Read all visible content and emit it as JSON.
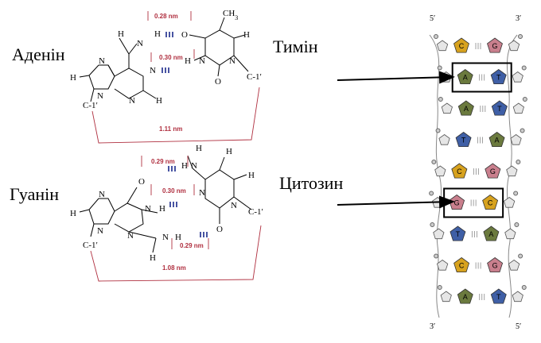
{
  "labels": {
    "adenine": "Аденін",
    "thymine": "Тимін",
    "guanine": "Гуанін",
    "cytosine": "Цитозин"
  },
  "at_pair": {
    "dist_hbond_top": "0.28 nm",
    "dist_hbond_mid": "0.30 nm",
    "dist_c1_c1": "1.11 nm",
    "atoms": {
      "h_left": "H",
      "n_amino": "N",
      "h_amino": "H",
      "n1": "N",
      "n3": "N",
      "n7": "N",
      "n9": "N",
      "h8": "H",
      "h2": "H",
      "c1_a": "C-1′",
      "ch3": "CH",
      "ch3_sub": "3",
      "o4": "O",
      "o2": "O",
      "h3": "H",
      "n3t": "N",
      "n1t": "N",
      "h6": "H",
      "c1_t": "C-1′"
    }
  },
  "gc_pair": {
    "dist_top": "0.29 nm",
    "dist_mid": "0.30 nm",
    "dist_bottom": "0.29 nm",
    "dist_c1_c1": "1.08 nm",
    "atoms": {
      "o6": "O",
      "n1": "N",
      "h1": "H",
      "n3": "N",
      "n7": "N",
      "n9": "N",
      "h8": "H",
      "n2": "N",
      "h2a": "H",
      "h2b": "H",
      "c1_g": "C-1′",
      "h_amino_c1": "H",
      "h_amino_c2": "H",
      "n4": "N",
      "n3c": "N",
      "n1c": "N",
      "o2c": "O",
      "h5": "H",
      "h6": "H",
      "c1_c": "C-1′"
    }
  },
  "helix": {
    "top_left": "5′",
    "top_right": "3′",
    "bottom_left": "3′",
    "bottom_right": "5′",
    "pairs": [
      {
        "left": "C",
        "right": "G",
        "left_color": "#d7a21e",
        "right_color": "#c97f8d",
        "highlight": false
      },
      {
        "left": "A",
        "right": "T",
        "left_color": "#6b7a3e",
        "right_color": "#3f5fa6",
        "highlight": true
      },
      {
        "left": "A",
        "right": "T",
        "left_color": "#6b7a3e",
        "right_color": "#3f5fa6",
        "highlight": false
      },
      {
        "left": "T",
        "right": "A",
        "left_color": "#3f5fa6",
        "right_color": "#6b7a3e",
        "highlight": false
      },
      {
        "left": "C",
        "right": "G",
        "left_color": "#d7a21e",
        "right_color": "#c97f8d",
        "highlight": false
      },
      {
        "left": "G",
        "right": "C",
        "left_color": "#c97f8d",
        "right_color": "#d7a21e",
        "highlight": true
      },
      {
        "left": "T",
        "right": "A",
        "left_color": "#3f5fa6",
        "right_color": "#6b7a3e",
        "highlight": false
      },
      {
        "left": "C",
        "right": "G",
        "left_color": "#d7a21e",
        "right_color": "#c97f8d",
        "highlight": false
      },
      {
        "left": "A",
        "right": "T",
        "left_color": "#6b7a3e",
        "right_color": "#3f5fa6",
        "highlight": false
      }
    ]
  }
}
